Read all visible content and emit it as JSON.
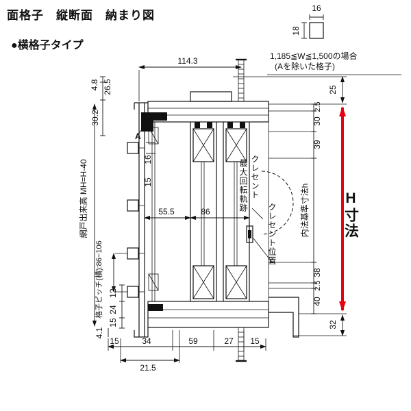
{
  "header": {
    "title": "面格子　縦断面　納まり図",
    "subtitle": "●横格子タイプ"
  },
  "detail": {
    "width": "16",
    "height": "18",
    "note1": "1,185≦W≦1,500の場合",
    "note2": "(Aを除いた格子)"
  },
  "dims": {
    "top_width": "114.3",
    "left_top": [
      "4.8",
      "26.5",
      "30.2"
    ],
    "lattice": [
      "16",
      "15"
    ],
    "mid": [
      "55.5",
      "86"
    ],
    "left_bottom": [
      "12",
      "24",
      "15",
      "4.1"
    ],
    "bottom": [
      "15",
      "34",
      "21.5",
      "59",
      "27",
      "15"
    ],
    "right_outer": [
      "25",
      "32"
    ],
    "right_top": [
      "2.5",
      "30",
      "39"
    ],
    "right_bottom": [
      "38",
      "2.5",
      "40"
    ]
  },
  "labels": {
    "a_marker": "A",
    "screen_height": "網戸出来高 MH=H-40",
    "lattice_pitch": "格子ピッチ(横):86~106",
    "crescent_line1": "クレセント",
    "crescent_line2": "最大回転軌跡",
    "crescent_position": "クレセント位置",
    "inner_dimension": "内法基準寸法h",
    "h_dimension": "H寸法"
  },
  "colors": {
    "accent_red": "#e60012",
    "line": "#111111"
  }
}
